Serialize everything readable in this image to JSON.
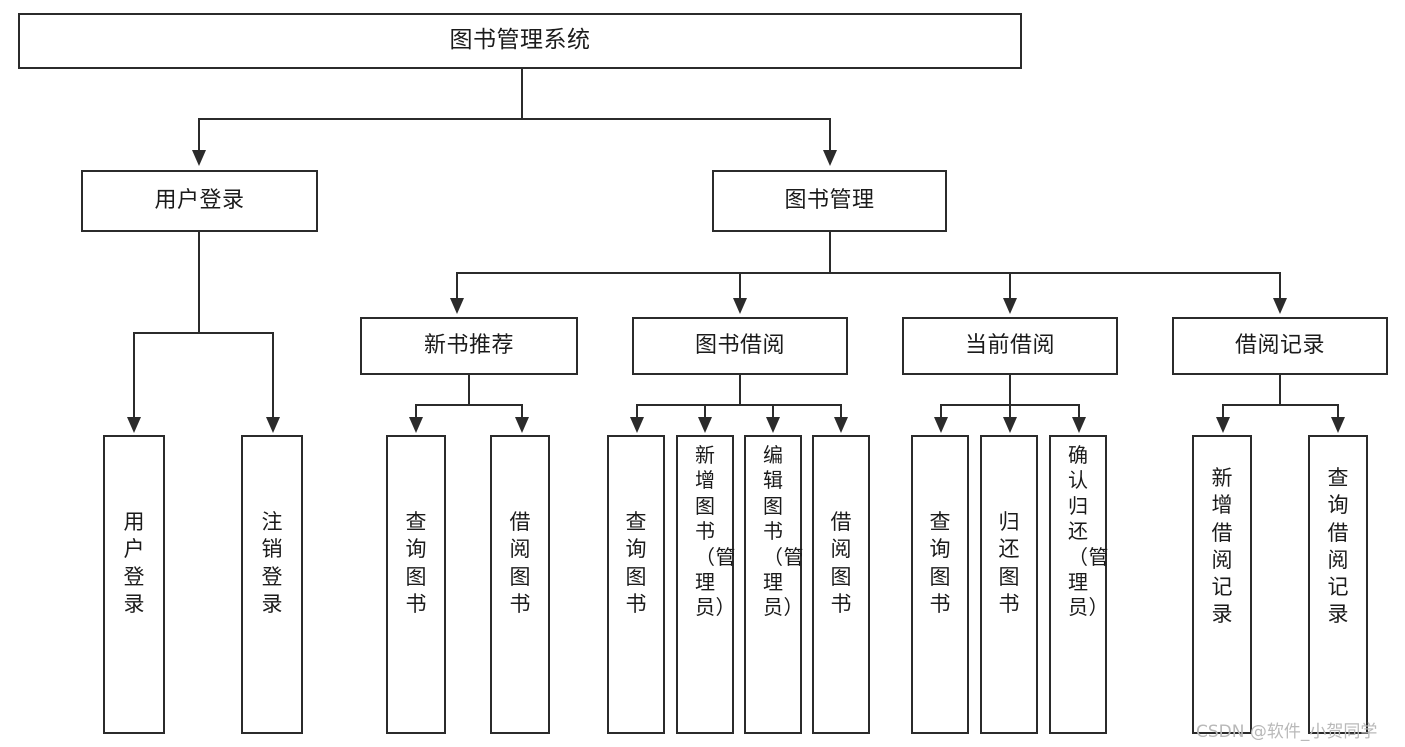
{
  "diagram": {
    "title": "图书管理系统",
    "type": "功能结构图",
    "root": {
      "label": "图书管理系统"
    },
    "level2": [
      {
        "id": "user-login",
        "label": "用户登录"
      },
      {
        "id": "book-manage",
        "label": "图书管理"
      }
    ],
    "level3": [
      {
        "id": "new-book-rec",
        "label": "新书推荐",
        "parent": "book-manage"
      },
      {
        "id": "book-borrow",
        "label": "图书借阅",
        "parent": "book-manage"
      },
      {
        "id": "current-borrow",
        "label": "当前借阅",
        "parent": "book-manage"
      },
      {
        "id": "borrow-record",
        "label": "借阅记录",
        "parent": "book-manage"
      }
    ],
    "leaves": {
      "user_login": [
        {
          "id": "leaf-user-login",
          "label": "用户登录"
        },
        {
          "id": "leaf-user-logout",
          "label": "注销登录"
        }
      ],
      "new_book_rec": [
        {
          "id": "leaf-query-book-1",
          "label": "查询图书"
        },
        {
          "id": "leaf-borrow-book-1",
          "label": "借阅图书"
        }
      ],
      "book_borrow": [
        {
          "id": "leaf-query-book-2",
          "label": "查询图书"
        },
        {
          "id": "leaf-add-book",
          "label": "新增图书（管理员）"
        },
        {
          "id": "leaf-edit-book",
          "label": "编辑图书（管理员）"
        },
        {
          "id": "leaf-borrow-book-2",
          "label": "借阅图书"
        }
      ],
      "current_borrow": [
        {
          "id": "leaf-query-book-3",
          "label": "查询图书"
        },
        {
          "id": "leaf-return-book",
          "label": "归还图书"
        },
        {
          "id": "leaf-confirm-return",
          "label": "确认归还（管理员）"
        }
      ],
      "borrow_record": [
        {
          "id": "leaf-add-record",
          "label": "新增借阅记录"
        },
        {
          "id": "leaf-query-record",
          "label": "查询借阅记录"
        }
      ]
    }
  },
  "watermark": {
    "text": "CSDN @软件_小贺同学"
  },
  "colors": {
    "stroke": "#2b2b2b",
    "background": "#ffffff",
    "text": "#1b1b1b",
    "watermark": "#b9b9b9"
  }
}
